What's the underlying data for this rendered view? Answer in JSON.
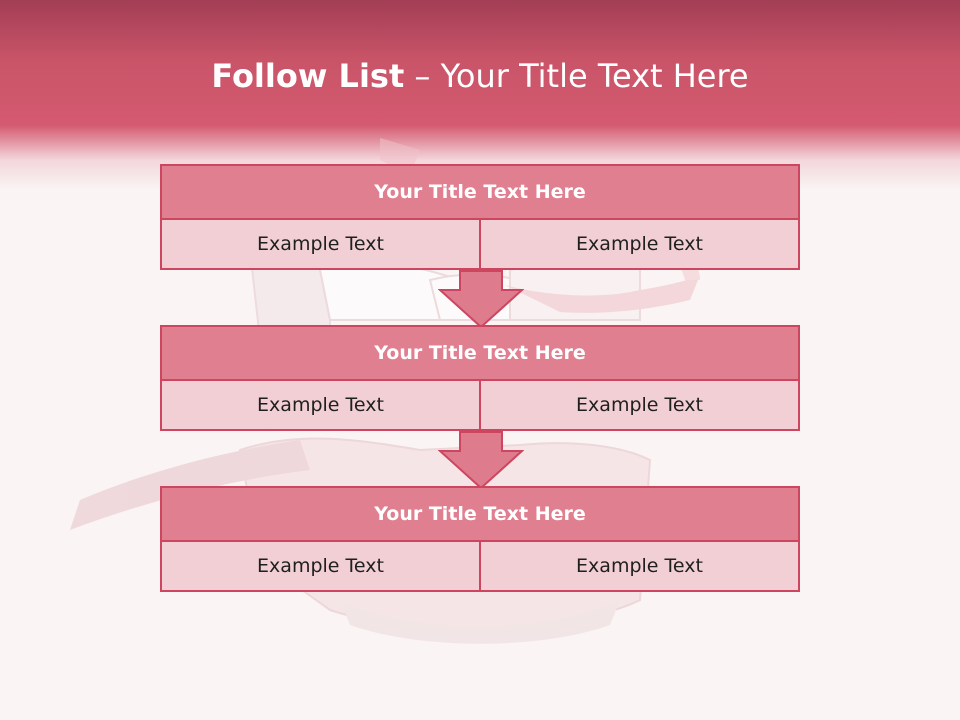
{
  "title": {
    "bold": "Follow List",
    "rest": "– Your Title Text Here"
  },
  "blocks": [
    {
      "title": "Your Title Text Here",
      "left": "Example Text",
      "right": "Example Text"
    },
    {
      "title": "Your Title Text Here",
      "left": "Example Text",
      "right": "Example Text"
    },
    {
      "title": "Your Title Text Here",
      "left": "Example Text",
      "right": "Example Text"
    }
  ],
  "colors": {
    "header": "#c95468",
    "block_title_bg": "#e07f90",
    "cell_bg": "#f1cfd4",
    "border": "#cc4660",
    "background": "#faf4f4"
  },
  "icons": [
    "down-arrow-icon",
    "denture-illustration"
  ]
}
